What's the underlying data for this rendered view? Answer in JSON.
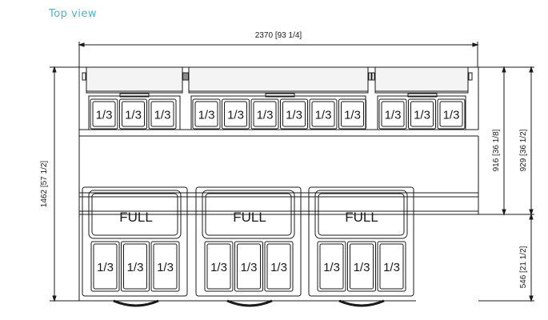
{
  "title": "Top view",
  "dimensions": {
    "overall_width": "2370 [93 1/4]",
    "overall_depth": "1462 [57 1/2]",
    "depth_916": "916 [36 1/8]",
    "depth_929": "929 [36 1/2]",
    "depth_546": "546 [21 1/2]"
  },
  "pan_labels": {
    "third": "1/3",
    "full": "FULL"
  },
  "top_groups": [
    {
      "pan_count": 3
    },
    {
      "pan_count": 6
    },
    {
      "pan_count": 3
    }
  ],
  "drawer_modules": [
    {
      "full_pan": "FULL",
      "third_pan_count": 3
    },
    {
      "full_pan": "FULL",
      "third_pan_count": 3
    },
    {
      "full_pan": "FULL",
      "third_pan_count": 3
    }
  ],
  "colors": {
    "line": "#1a1a1a",
    "title": "#4fb3c8",
    "shade": "#e6e6e6"
  }
}
